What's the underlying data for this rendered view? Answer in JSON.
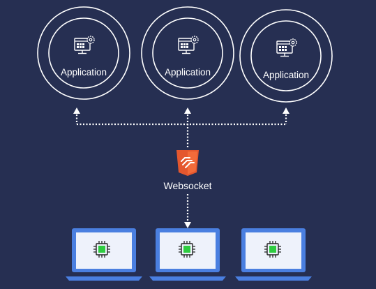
{
  "applications": [
    {
      "label": "Application"
    },
    {
      "label": "Application"
    },
    {
      "label": "Application"
    }
  ],
  "websocket": {
    "label": "Websocket",
    "badge_icon": "html5-websocket-icon",
    "badge_color": "#e4572e"
  },
  "devices": [
    {
      "icon": "laptop-icon",
      "chip_icon": "cpu-chip-icon"
    },
    {
      "icon": "laptop-icon",
      "chip_icon": "cpu-chip-icon"
    },
    {
      "icon": "laptop-icon",
      "chip_icon": "cpu-chip-icon"
    }
  ],
  "colors": {
    "background": "#262f52",
    "ring": "#ffffff",
    "connector": "#ffffff",
    "laptop_frame": "#4a7fe0",
    "laptop_screen": "#eef2fb",
    "chip_core": "#2ecc40"
  }
}
